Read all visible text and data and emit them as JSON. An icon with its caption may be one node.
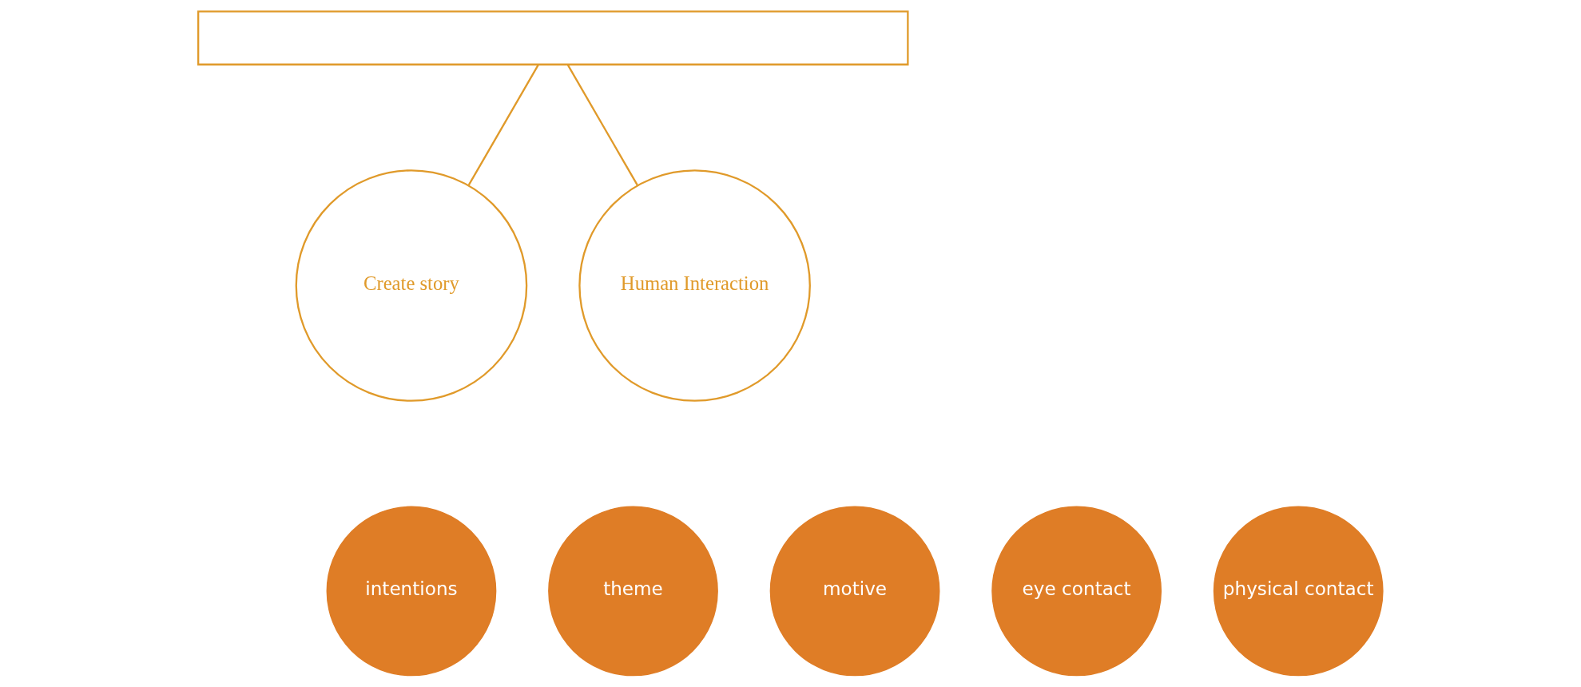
{
  "diagram": {
    "nodes": [
      {
        "text": [],
        "shape": "box"
      },
      {
        "text": [
          "Create story"
        ]
      },
      {
        "text": [
          "Human Interaction"
        ]
      },
      {
        "text": [
          "intentions"
        ]
      },
      {
        "text": [
          "theme"
        ]
      },
      {
        "text": [
          "motive"
        ]
      },
      {
        "text": [
          "eye contact"
        ]
      },
      {
        "text": [
          "physical contact"
        ]
      }
    ],
    "edges": [
      {
        "from": 0,
        "to": 1,
        "arrow": "none"
      },
      {
        "from": 0,
        "to": 2,
        "arrow": "none"
      }
    ]
  }
}
